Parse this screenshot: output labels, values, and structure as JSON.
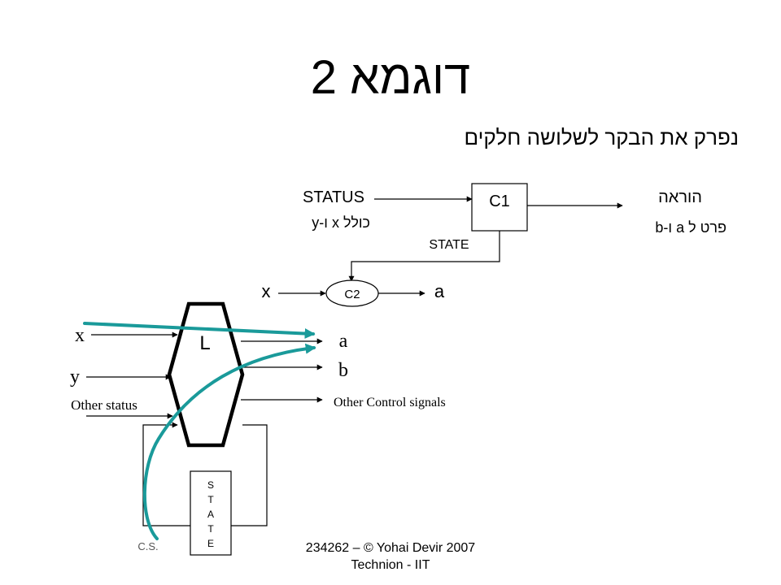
{
  "slide": {
    "title": "דוגמא 2",
    "subtitle": "נפרק את הבקר לשלושה חלקים",
    "footer_line1": "234262 – © Yohai Devir 2007",
    "footer_line2": "Technion - IIT"
  },
  "top_diagram": {
    "status_label": "STATUS",
    "status_sub": "כולל x ו-y",
    "c1_label": "C1",
    "instruction_label": "הוראה",
    "instruction_sub": "פרט ל a ו-b",
    "state_label": "STATE",
    "c2_label": "C2",
    "c2_input": "x",
    "c2_output": "a"
  },
  "bottom_diagram": {
    "block_label": "L",
    "input_x": "x",
    "input_y": "y",
    "input_other": "Other status",
    "output_a": "a",
    "output_b": "b",
    "output_other": "Other Control signals",
    "state_letters": [
      "S",
      "T",
      "A",
      "T",
      "E"
    ],
    "cs_label": "C.S."
  },
  "colors": {
    "ink": "#000000",
    "highlight_arrow": "#1a9a9a",
    "background": "#ffffff"
  }
}
